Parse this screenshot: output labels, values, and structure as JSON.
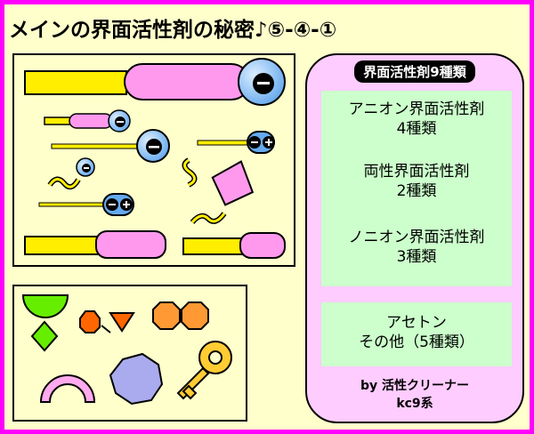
{
  "title": "メインの界面活性剤の秘密♪⑤-④-①",
  "types_panel": {
    "header": "界面活性剤9種類",
    "items": [
      {
        "line1": "アニオン界面活性剤",
        "line2": "4種類"
      },
      {
        "line1": "両性界面活性剤",
        "line2": "2種類"
      },
      {
        "line1": "ノニオン界面活性剤",
        "line2": "3種類"
      }
    ],
    "other": {
      "line1": "アセトン",
      "line2": "その他（5種類）"
    },
    "credit": {
      "line1": "by 活性クリーナー",
      "line2": "kc9系"
    }
  },
  "colors": {
    "border": "#ff00ff",
    "background": "#ffffcc",
    "panel_pink": "#ffccff",
    "panel_green": "#ccffcc",
    "tail_yellow": "#ffee00",
    "head_pink": "#ff99ee",
    "head_blue": "#66aaee"
  },
  "charges": {
    "minus": "−",
    "plus": "+"
  }
}
